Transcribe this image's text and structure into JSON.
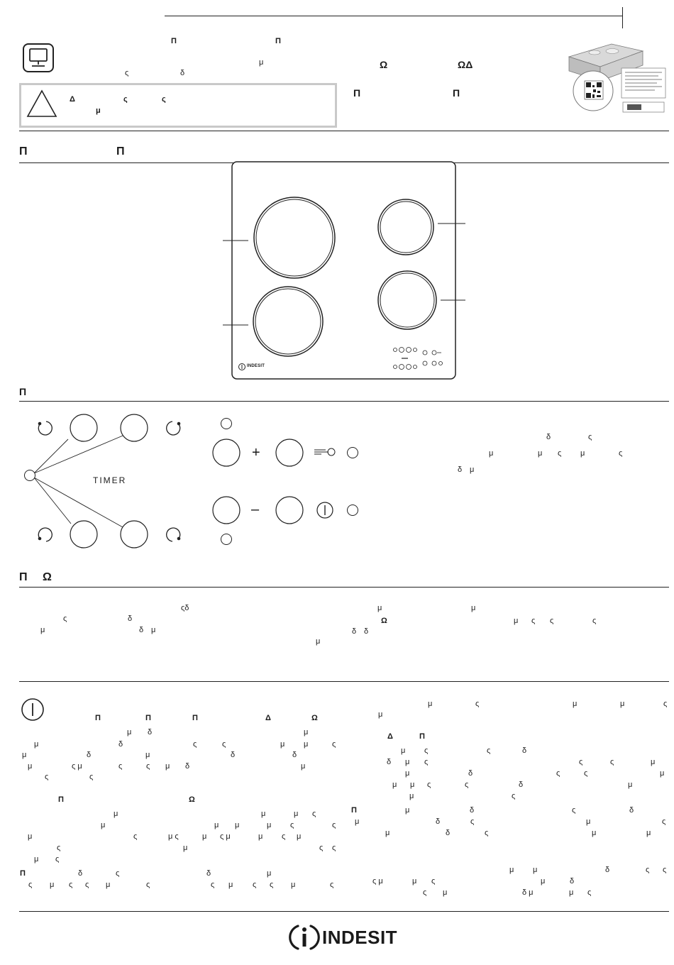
{
  "top": {
    "r1": [
      "Π",
      "Π"
    ],
    "r2": [
      "μ"
    ],
    "r3": [
      "ς",
      "δ"
    ],
    "right1": [
      "Ω",
      "ΩΔ"
    ],
    "right2": [
      "Π",
      "Π"
    ]
  },
  "warning": {
    "r1": [
      "Δ",
      "ς",
      "ς"
    ],
    "r2": [
      "μ"
    ]
  },
  "section1": {
    "heading": [
      "Π",
      "Π"
    ]
  },
  "hob": {
    "brand": "INDESIT"
  },
  "section2": {
    "heading": "Π"
  },
  "controls": {
    "timer_label": "TIMER",
    "plus_symbol": "+",
    "minus_symbol": "–"
  },
  "cp_text": {
    "r1": [
      "δ",
      "ς"
    ],
    "r2": [
      "μ",
      "μ",
      "ς",
      "μ",
      "ς"
    ],
    "r3": [
      "δ",
      "μ"
    ]
  },
  "section3": {
    "heading": [
      "Π",
      "Ω"
    ],
    "left_r1": [
      "ςδ"
    ],
    "left_r2": [
      "ς",
      "δ"
    ],
    "left_r3": [
      "μ",
      "δ",
      "μ"
    ],
    "right_r1": [
      "μ",
      "μ"
    ],
    "right_r2": [
      "Ω",
      "μ",
      "ς",
      "ς",
      "ς"
    ],
    "right_r3": [
      "μ",
      "δ",
      "δ"
    ]
  },
  "section4": {
    "left": {
      "heads": [
        "Π",
        "Π",
        "Π",
        "Δ",
        "Ω"
      ],
      "p1": [
        [
          "μ",
          "δ",
          "μ"
        ],
        [
          "μ",
          "δ",
          "ς",
          "ς",
          "μ",
          "μ",
          "ς"
        ],
        [
          "μ",
          "δ",
          "μ",
          "δ",
          "δ"
        ],
        [
          "μ",
          "ς μ",
          "ς",
          "ς",
          "μ",
          "δ",
          "μ"
        ],
        [
          "ς",
          "ς"
        ]
      ],
      "heads2": [
        "Π",
        "Ω"
      ],
      "p2": [
        [
          "μ",
          "μ",
          "μ",
          "ς"
        ],
        [
          "μ",
          "μ",
          "μ",
          "μ",
          "ς",
          "ς"
        ],
        [
          "μ",
          "ς",
          "μ ς",
          "μ",
          "ς μ",
          "μ",
          "ς",
          "μ"
        ],
        [
          "ς",
          "μ",
          "ς",
          "ς"
        ],
        [
          "μ",
          "ς"
        ]
      ],
      "p3_head": "Π",
      "p3": [
        [
          "δ",
          "ς",
          "δ",
          "μ"
        ],
        [
          "ς",
          "μ",
          "ς",
          "ς",
          "μ",
          "ς",
          "ς",
          "μ",
          "ς",
          "ς",
          "μ",
          "ς"
        ]
      ]
    },
    "right": {
      "r1": [
        "μ",
        "ς",
        "μ",
        "μ",
        "ς"
      ],
      "r2": [
        "μ"
      ],
      "heads": [
        "Δ",
        "Π"
      ],
      "p1": [
        [
          "μ",
          "ς",
          "ς",
          "δ"
        ],
        [
          "δ",
          "μ",
          "ς",
          "ς",
          "ς",
          "μ"
        ],
        [
          "μ",
          "δ",
          "ς",
          "ς",
          "μ"
        ],
        [
          "μ",
          "μ",
          "ς",
          "ς",
          "δ",
          "μ"
        ],
        [
          "μ",
          "ς"
        ]
      ],
      "p2_head": "Π",
      "p2": [
        [
          "μ",
          "δ",
          "ς",
          "δ"
        ],
        [
          "μ",
          "δ",
          "ς",
          "μ",
          "ς"
        ],
        [
          "μ",
          "δ",
          "ς",
          "μ",
          "μ"
        ]
      ],
      "p3": [
        [
          "μ",
          "μ",
          "δ",
          "ς",
          "ς"
        ],
        [
          "ς μ",
          "μ",
          "ς",
          "μ",
          "δ"
        ],
        [
          "ς",
          "μ",
          "δ μ",
          "μ",
          "ς"
        ]
      ]
    }
  },
  "footer": {
    "brand": "INDESIT"
  }
}
